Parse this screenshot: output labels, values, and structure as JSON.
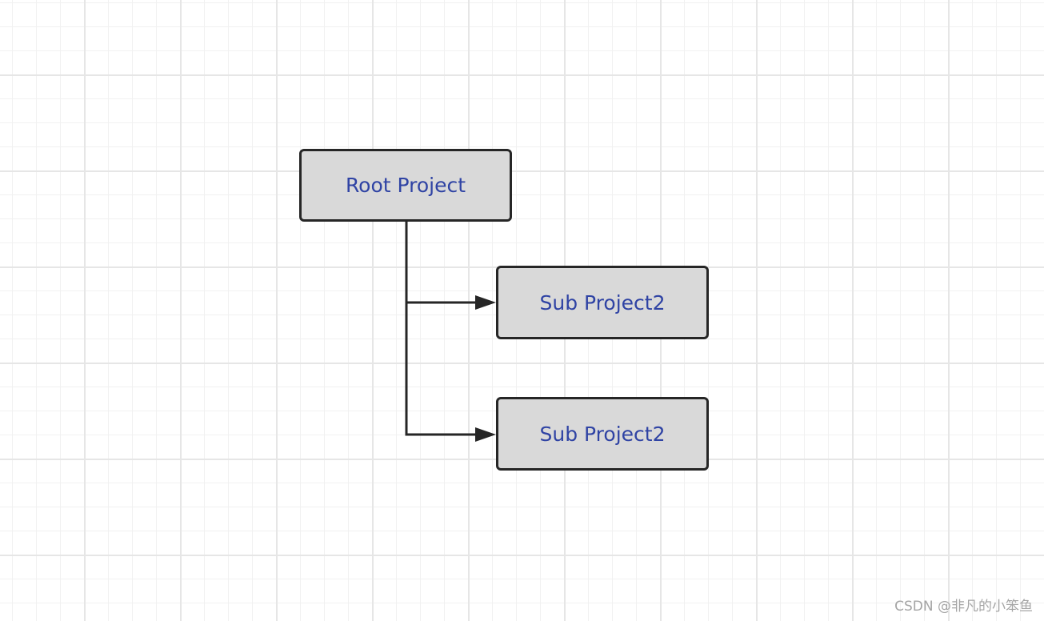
{
  "diagram": {
    "nodes": [
      {
        "id": "root",
        "label": "Root Project"
      },
      {
        "id": "sub1",
        "label": "Sub Project2"
      },
      {
        "id": "sub2",
        "label": "Sub Project2"
      }
    ],
    "edges": [
      {
        "from": "root",
        "to": "sub1"
      },
      {
        "from": "root",
        "to": "sub2"
      }
    ]
  },
  "watermark": "CSDN @非凡的小笨鱼",
  "colors": {
    "node_fill": "#d9d9d9",
    "node_border": "#262626",
    "node_text": "#2f43a4",
    "connector": "#262626",
    "grid_major": "#e6e6e6",
    "grid_minor": "#f1f1f1",
    "watermark": "#a5a5a5"
  }
}
